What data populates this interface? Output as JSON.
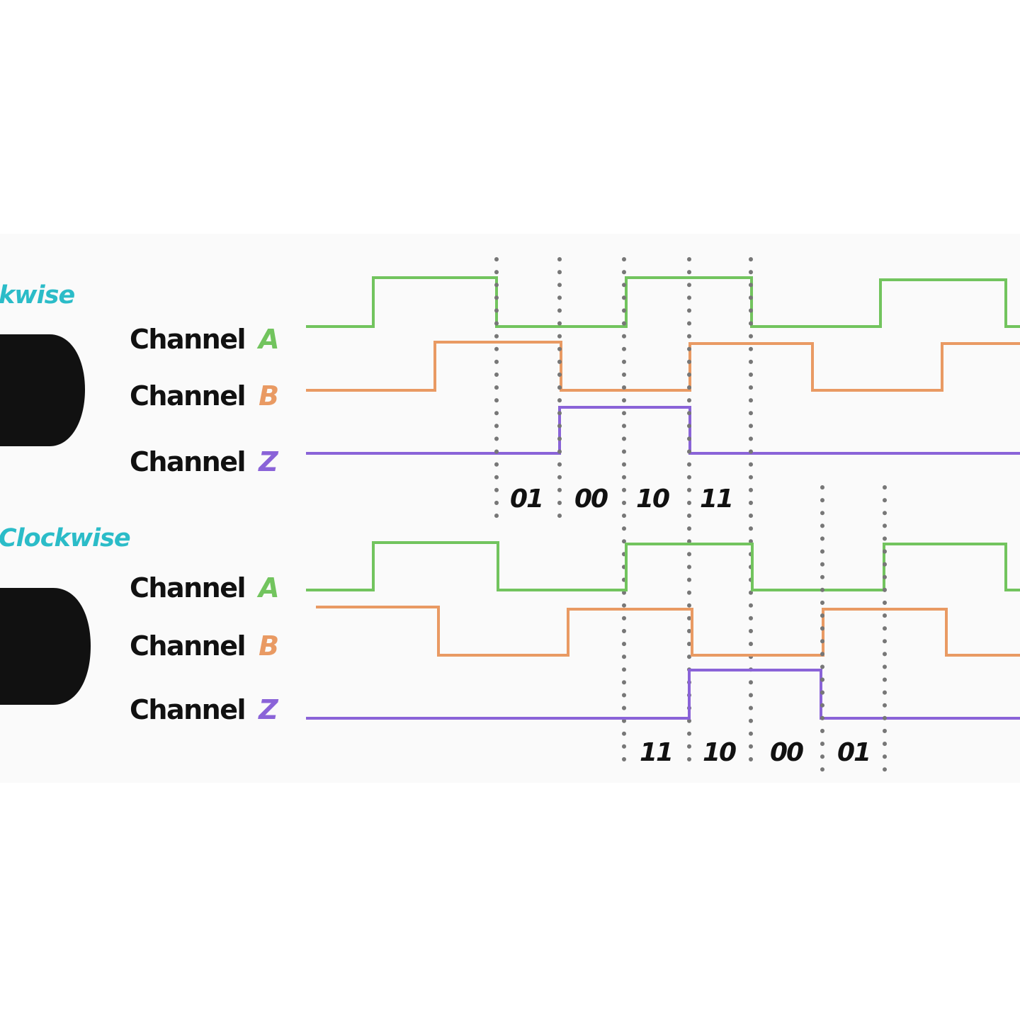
{
  "colors": {
    "channel_a": "#72c45e",
    "channel_b": "#e99a63",
    "channel_z": "#8a63d8",
    "title": "#2bbcc8",
    "dots": "#777777",
    "knob": "#111111"
  },
  "sections": [
    {
      "title": "kwise",
      "channels": [
        {
          "word": "Channel",
          "letter": "A",
          "color_key": "channel_a"
        },
        {
          "word": "Channel",
          "letter": "B",
          "color_key": "channel_b"
        },
        {
          "word": "Channel",
          "letter": "Z",
          "color_key": "channel_z"
        }
      ],
      "states": [
        "01",
        "00",
        "10",
        "11"
      ]
    },
    {
      "title": "Clockwise",
      "channels": [
        {
          "word": "Channel",
          "letter": "A",
          "color_key": "channel_a"
        },
        {
          "word": "Channel",
          "letter": "B",
          "color_key": "channel_b"
        },
        {
          "word": "Channel",
          "letter": "Z",
          "color_key": "channel_z"
        }
      ],
      "states": [
        "11",
        "10",
        "00",
        "01"
      ]
    }
  ]
}
